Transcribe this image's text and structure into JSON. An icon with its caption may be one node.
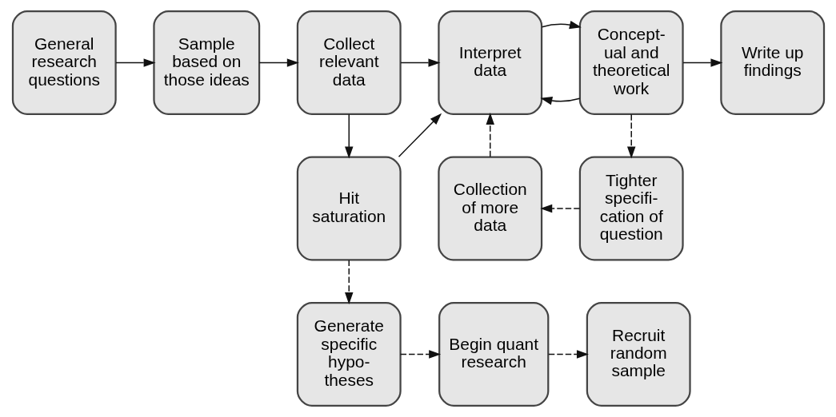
{
  "diagram": {
    "nodes": [
      {
        "text": [
          "General research questions"
        ]
      },
      {
        "text": [
          "Sample based on those ideas"
        ]
      },
      {
        "text": [
          "Collect relevant data"
        ]
      },
      {
        "text": [
          "Interpret data"
        ]
      },
      {
        "text": [
          "Concept- ual and theoretical work"
        ]
      },
      {
        "text": [
          "Write up findings"
        ]
      },
      {
        "text": [
          "Hit saturation"
        ]
      },
      {
        "text": [
          "Collection of more data"
        ]
      },
      {
        "text": [
          "Tighter specifi- cation of question"
        ]
      },
      {
        "text": [
          "Generate specific hypo- theses"
        ]
      },
      {
        "text": [
          "Begin quant research"
        ]
      },
      {
        "text": [
          "Recruit random sample"
        ]
      }
    ],
    "edges": [
      {
        "from": 0,
        "to": 1,
        "arrow": "to"
      },
      {
        "from": 1,
        "to": 2,
        "arrow": "to"
      },
      {
        "from": 2,
        "to": 3,
        "arrow": "to"
      },
      {
        "from": 4,
        "to": 3,
        "arrow": "to"
      },
      {
        "from": 3,
        "to": 4,
        "arrow": "to"
      },
      {
        "from": 4,
        "to": 5,
        "arrow": "to"
      },
      {
        "from": 2,
        "to": 6,
        "arrow": "to"
      },
      {
        "from": 6,
        "to": 3,
        "arrow": "to"
      },
      {
        "from": 7,
        "to": 3,
        "arrow": "to",
        "style": "dashed"
      },
      {
        "from": 4,
        "to": 8,
        "arrow": "to",
        "style": "dashed"
      },
      {
        "from": 8,
        "to": 7,
        "arrow": "to",
        "style": "dashed"
      },
      {
        "from": 6,
        "to": 9,
        "arrow": "to",
        "style": "dashed"
      },
      {
        "from": 9,
        "to": 10,
        "arrow": "to",
        "style": "dashed"
      },
      {
        "from": 10,
        "to": 11,
        "arrow": "to",
        "style": "dashed"
      }
    ]
  }
}
